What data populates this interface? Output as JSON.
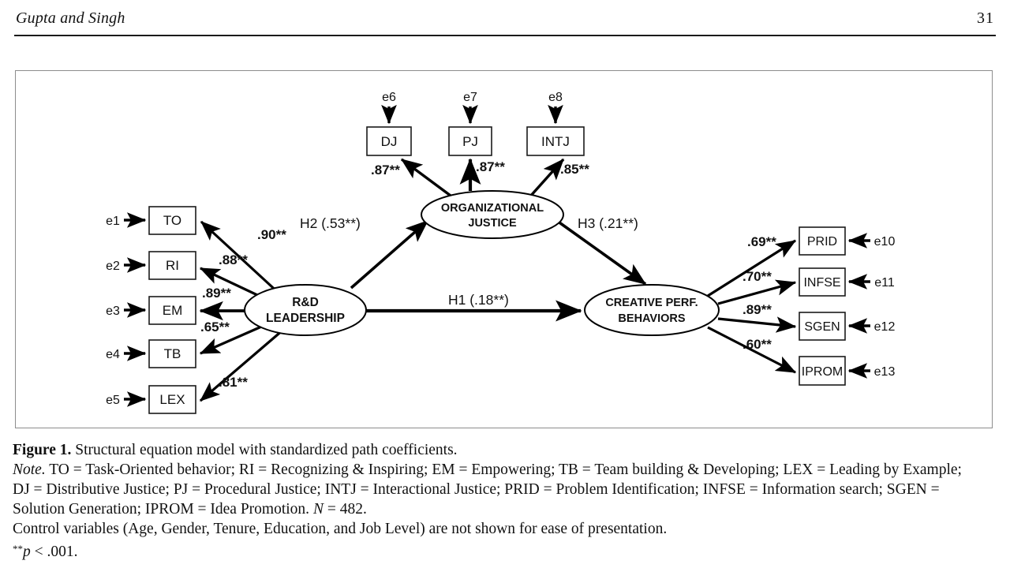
{
  "running_head": {
    "left_text": "Gupta and Singh",
    "page_number": "31"
  },
  "figure": {
    "latent_variables": [
      {
        "id": "rnd-leadership",
        "label_line1": "R&D",
        "label_line2": "LEADERSHIP"
      },
      {
        "id": "organizational-justice",
        "label_line1": "ORGANIZATIONAL",
        "label_line2": "JUSTICE"
      },
      {
        "id": "creative-perf-behaviors",
        "label_line1": "CREATIVE PERF.",
        "label_line2": "BEHAVIORS"
      }
    ],
    "observed_variables": [
      {
        "id": "to",
        "label": "TO"
      },
      {
        "id": "ri",
        "label": "RI"
      },
      {
        "id": "em",
        "label": "EM"
      },
      {
        "id": "tb",
        "label": "TB"
      },
      {
        "id": "lex",
        "label": "LEX"
      },
      {
        "id": "dj",
        "label": "DJ"
      },
      {
        "id": "pj",
        "label": "PJ"
      },
      {
        "id": "intj",
        "label": "INTJ"
      },
      {
        "id": "prid",
        "label": "PRID"
      },
      {
        "id": "infse",
        "label": "INFSE"
      },
      {
        "id": "sgen",
        "label": "SGEN"
      },
      {
        "id": "iprom",
        "label": "IPROM"
      }
    ],
    "error_terms": [
      {
        "id": "e1",
        "label": "e1"
      },
      {
        "id": "e2",
        "label": "e2"
      },
      {
        "id": "e3",
        "label": "e3"
      },
      {
        "id": "e4",
        "label": "e4"
      },
      {
        "id": "e5",
        "label": "e5"
      },
      {
        "id": "e6",
        "label": "e6"
      },
      {
        "id": "e7",
        "label": "e7"
      },
      {
        "id": "e8",
        "label": "e8"
      },
      {
        "id": "e10",
        "label": "e10"
      },
      {
        "id": "e11",
        "label": "e11"
      },
      {
        "id": "e12",
        "label": "e12"
      },
      {
        "id": "e13",
        "label": "e13"
      }
    ],
    "loadings": [
      {
        "id": "to",
        "value": ".90**"
      },
      {
        "id": "ri",
        "value": ".88**"
      },
      {
        "id": "em",
        "value": ".89**"
      },
      {
        "id": "tb",
        "value": ".65**"
      },
      {
        "id": "lex",
        "value": ".81**"
      },
      {
        "id": "dj",
        "value": ".87**"
      },
      {
        "id": "pj",
        "value": ".87**"
      },
      {
        "id": "intj",
        "value": ".85**"
      },
      {
        "id": "prid",
        "value": ".69**"
      },
      {
        "id": "infse",
        "value": ".70**"
      },
      {
        "id": "sgen",
        "value": ".89**"
      },
      {
        "id": "iprom",
        "value": ".60**"
      }
    ],
    "hypothesis_paths": [
      {
        "id": "h1",
        "label": "H1 (.18**)"
      },
      {
        "id": "h2",
        "label": "H2 (.53**)"
      },
      {
        "id": "h3",
        "label": "H3 (.21**)"
      }
    ],
    "colors": {
      "stroke": "#000000",
      "box_border": "#1a1a1a",
      "frame_border": "#8d8d8d",
      "background": "#ffffff"
    }
  },
  "caption": {
    "figure_label": "Figure 1.",
    "figure_title": " Structural equation model with standardized path coefficients.",
    "note_label": "Note.",
    "note_line1": " TO = Task-Oriented behavior; RI = Recognizing & Inspiring; EM = Empowering; TB = Team building & Developing; LEX = Leading by Example;",
    "note_line2": "DJ = Distributive Justice; PJ = Procedural Justice; INTJ = Interactional Justice; PRID = Problem Identification; INFSE = Information search; SGEN =",
    "note_line3_pre": "Solution Generation; IPROM = Idea Promotion. ",
    "note_line3_n": "N",
    "note_line3_post": " = 482.",
    "control_line": "Control variables (Age, Gender, Tenure, Education, and Job Level) are not shown for ease of presentation.",
    "sig_stars": "**",
    "sig_p": "p",
    "sig_rest": " < .001."
  }
}
